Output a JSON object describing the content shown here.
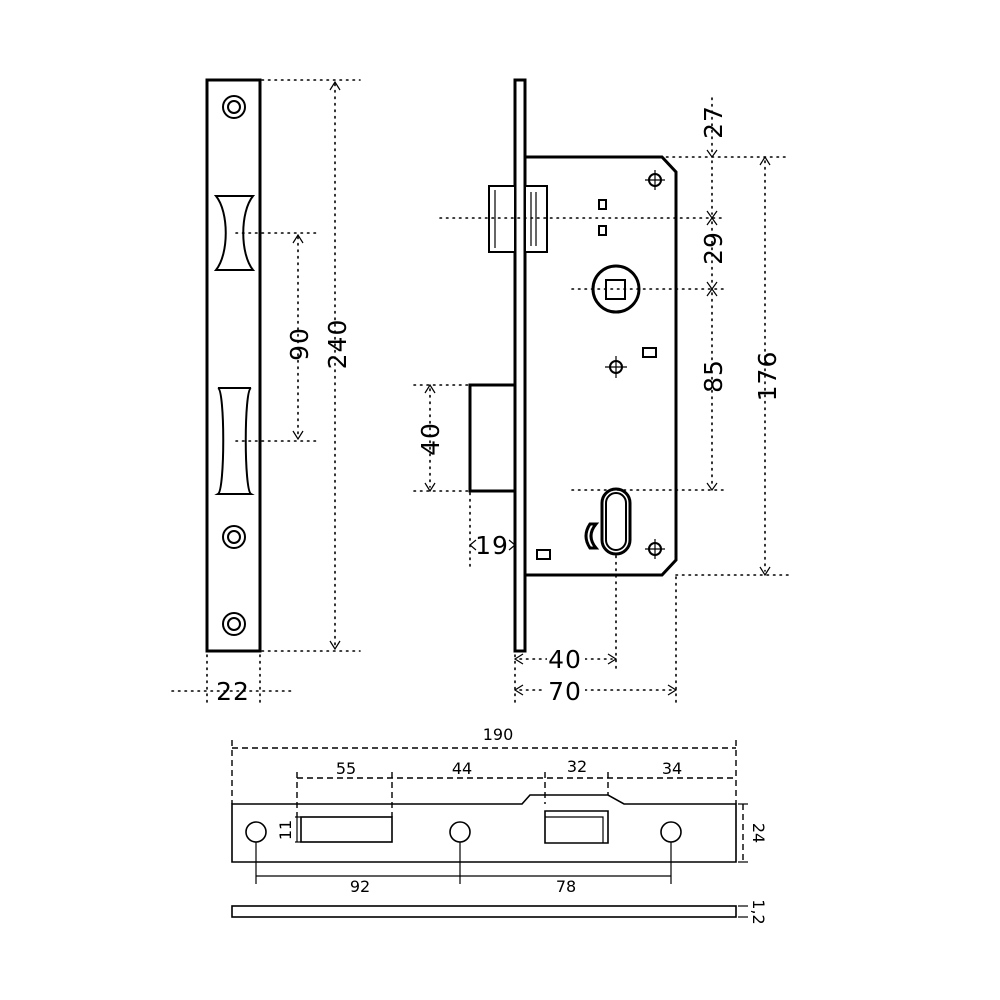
{
  "diagram": {
    "faceplate": {
      "width_label": "22",
      "height_label": "240",
      "spacing_label": "90"
    },
    "lock_body": {
      "latch_to_follower_label": "27",
      "follower_to_spindle_label": "29",
      "spindle_to_cylinder_label": "85",
      "case_height_label": "176",
      "bolt_height_label": "40",
      "bolt_throw_label": "19",
      "backset_label": "40",
      "case_depth_label": "70"
    },
    "strike_plate": {
      "overall_length_label": "190",
      "seg1_label": "55",
      "seg2_label": "44",
      "seg3_label": "32",
      "seg4_label": "34",
      "height_label": "24",
      "slot_height_label": "11",
      "hole_spacing1_label": "92",
      "hole_spacing2_label": "78",
      "thickness_label": "1,2"
    }
  }
}
